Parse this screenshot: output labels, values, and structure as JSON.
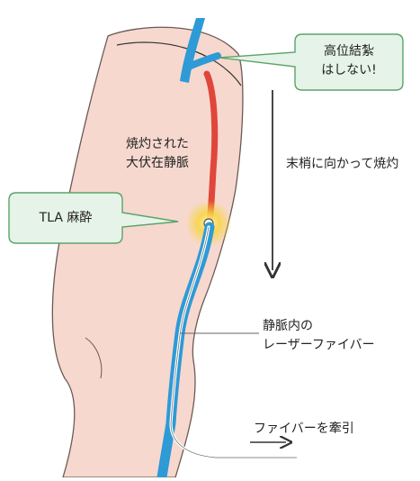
{
  "callouts": {
    "high_ligation": {
      "line1": "高位結紮",
      "line2": "はしない!"
    },
    "tla_anesthesia": {
      "text": "TLA 麻酔"
    }
  },
  "labels": {
    "ablated_vein": {
      "line1": "焼灼された",
      "line2": "大伏在静脈"
    },
    "distal_ablation": "末梢に向かって焼灼",
    "laser_fiber": {
      "line1": "静脈内の",
      "line2": "レーザーファイバー"
    },
    "pull_fiber": "ファイバーを牽引"
  },
  "colors": {
    "skin": "#f6d8cf",
    "skin_outline": "#6b5a55",
    "vein": "#2e9ad6",
    "ablated": "#e0463a",
    "callout_fill": "#e6f3e8",
    "callout_border": "#5aa46a",
    "tla_glow": "#f7d640"
  }
}
